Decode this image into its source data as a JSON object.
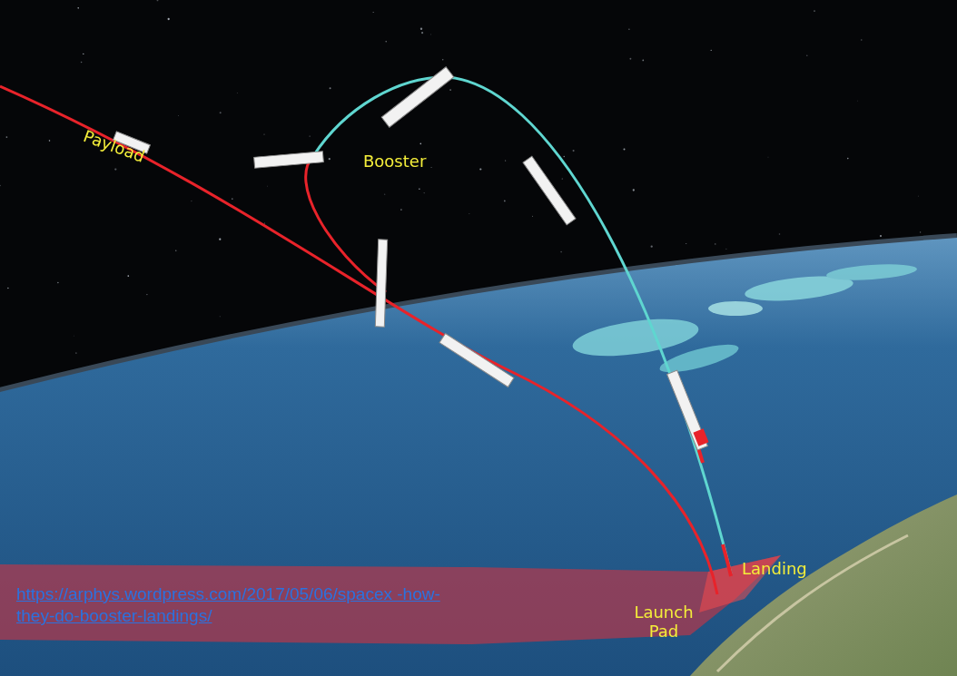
{
  "diagram": {
    "labels": [
      "Payload",
      "Booster",
      "Landing",
      "Launch Pad",
      "https://arphys.wordpress.com/2017/05/06/spacex -how-they-do-booster-landings/"
    ]
  }
}
